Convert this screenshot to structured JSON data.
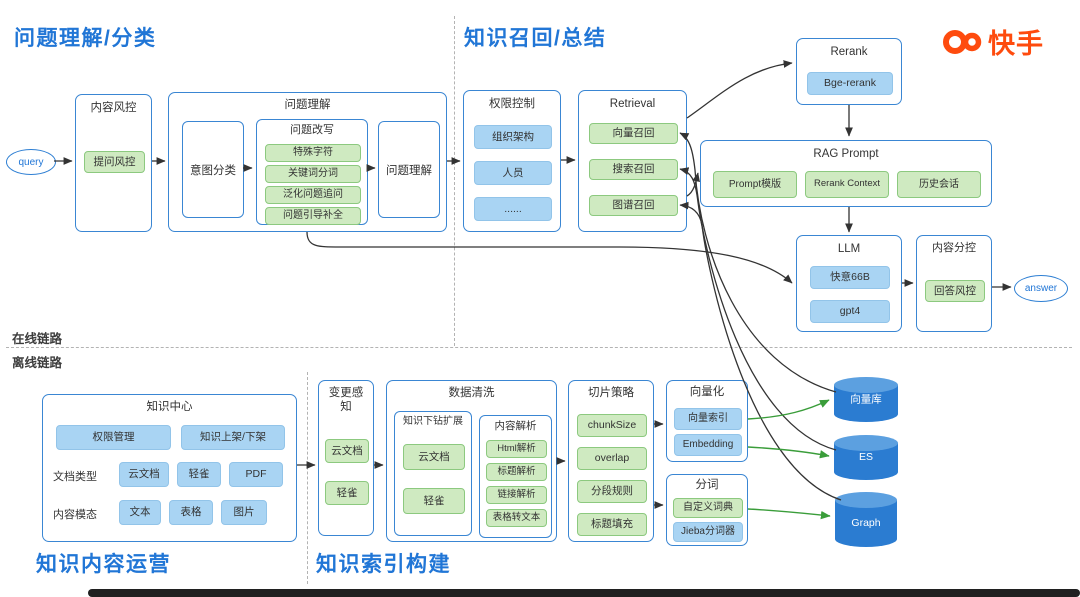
{
  "logo": {
    "brand": "快手"
  },
  "titles": {
    "understanding": "问题理解/分类",
    "recall": "知识召回/总结",
    "content_ops": "知识内容运营",
    "index_build": "知识索引构建"
  },
  "lanes": {
    "online": "在线链路",
    "offline": "离线链路"
  },
  "colors": {
    "accent_blue": "#2176d6",
    "box_border": "#3a86d3",
    "chip_green_bg": "#cfeac1",
    "chip_blue_bg": "#a9d4f3",
    "db_blue": "#2b7cd1",
    "brand_orange": "#fe4b0e",
    "arrow_black": "#333333",
    "arrow_green": "#3a9d3a"
  },
  "online": {
    "query": "query",
    "answer": "answer",
    "content_risk": {
      "title": "内容风控",
      "items": [
        "提问风控"
      ]
    },
    "question_understanding": {
      "title": "问题理解",
      "intent": "意图分类",
      "rewrite": {
        "title": "问题改写",
        "items": [
          "特殊字符",
          "关键词分词",
          "泛化问题追问",
          "问题引导补全"
        ]
      },
      "result": "问题理解"
    },
    "permission": {
      "title": "权限控制",
      "items": [
        "组织架构",
        "人员",
        "......"
      ]
    },
    "retrieval": {
      "title": "Retrieval",
      "items": [
        "向量召回",
        "搜索召回",
        "图谱召回"
      ]
    },
    "rerank": {
      "title": "Rerank",
      "items": [
        "Bge-rerank"
      ]
    },
    "rag_prompt": {
      "title": "RAG Prompt",
      "items": [
        "Prompt模版",
        "Rerank Context",
        "历史会话"
      ]
    },
    "llm": {
      "title": "LLM",
      "items": [
        "快意66B",
        "gpt4"
      ]
    },
    "answer_risk": {
      "title": "内容分控",
      "items": [
        "回答风控"
      ]
    }
  },
  "offline": {
    "knowledge_center": {
      "title": "知识中心",
      "row1": [
        "权限管理",
        "知识上架/下架"
      ],
      "doc_type_label": "文档类型",
      "doc_types": [
        "云文档",
        "轻雀",
        "PDF"
      ],
      "modality_label": "内容模态",
      "modalities": [
        "文本",
        "表格",
        "图片"
      ]
    },
    "change_detect": {
      "title": "变更感知",
      "items": [
        "云文档",
        "轻雀"
      ]
    },
    "data_clean": {
      "title": "数据清洗",
      "drill": {
        "title": "知识下钻扩展",
        "items": [
          "云文档",
          "轻雀"
        ]
      },
      "parse": {
        "title": "内容解析",
        "items": [
          "Html解析",
          "标题解析",
          "链接解析",
          "表格转文本"
        ]
      }
    },
    "chunking": {
      "title": "切片策略",
      "items": [
        "chunkSize",
        "overlap",
        "分段规则",
        "标题填充"
      ]
    },
    "vectorize": {
      "title": "向量化",
      "items": [
        "向量索引",
        "Embedding"
      ]
    },
    "segment": {
      "title": "分词",
      "items": [
        "自定义词典",
        "Jieba分词器"
      ]
    },
    "databases": [
      "向量库",
      "ES",
      "Graph"
    ]
  }
}
